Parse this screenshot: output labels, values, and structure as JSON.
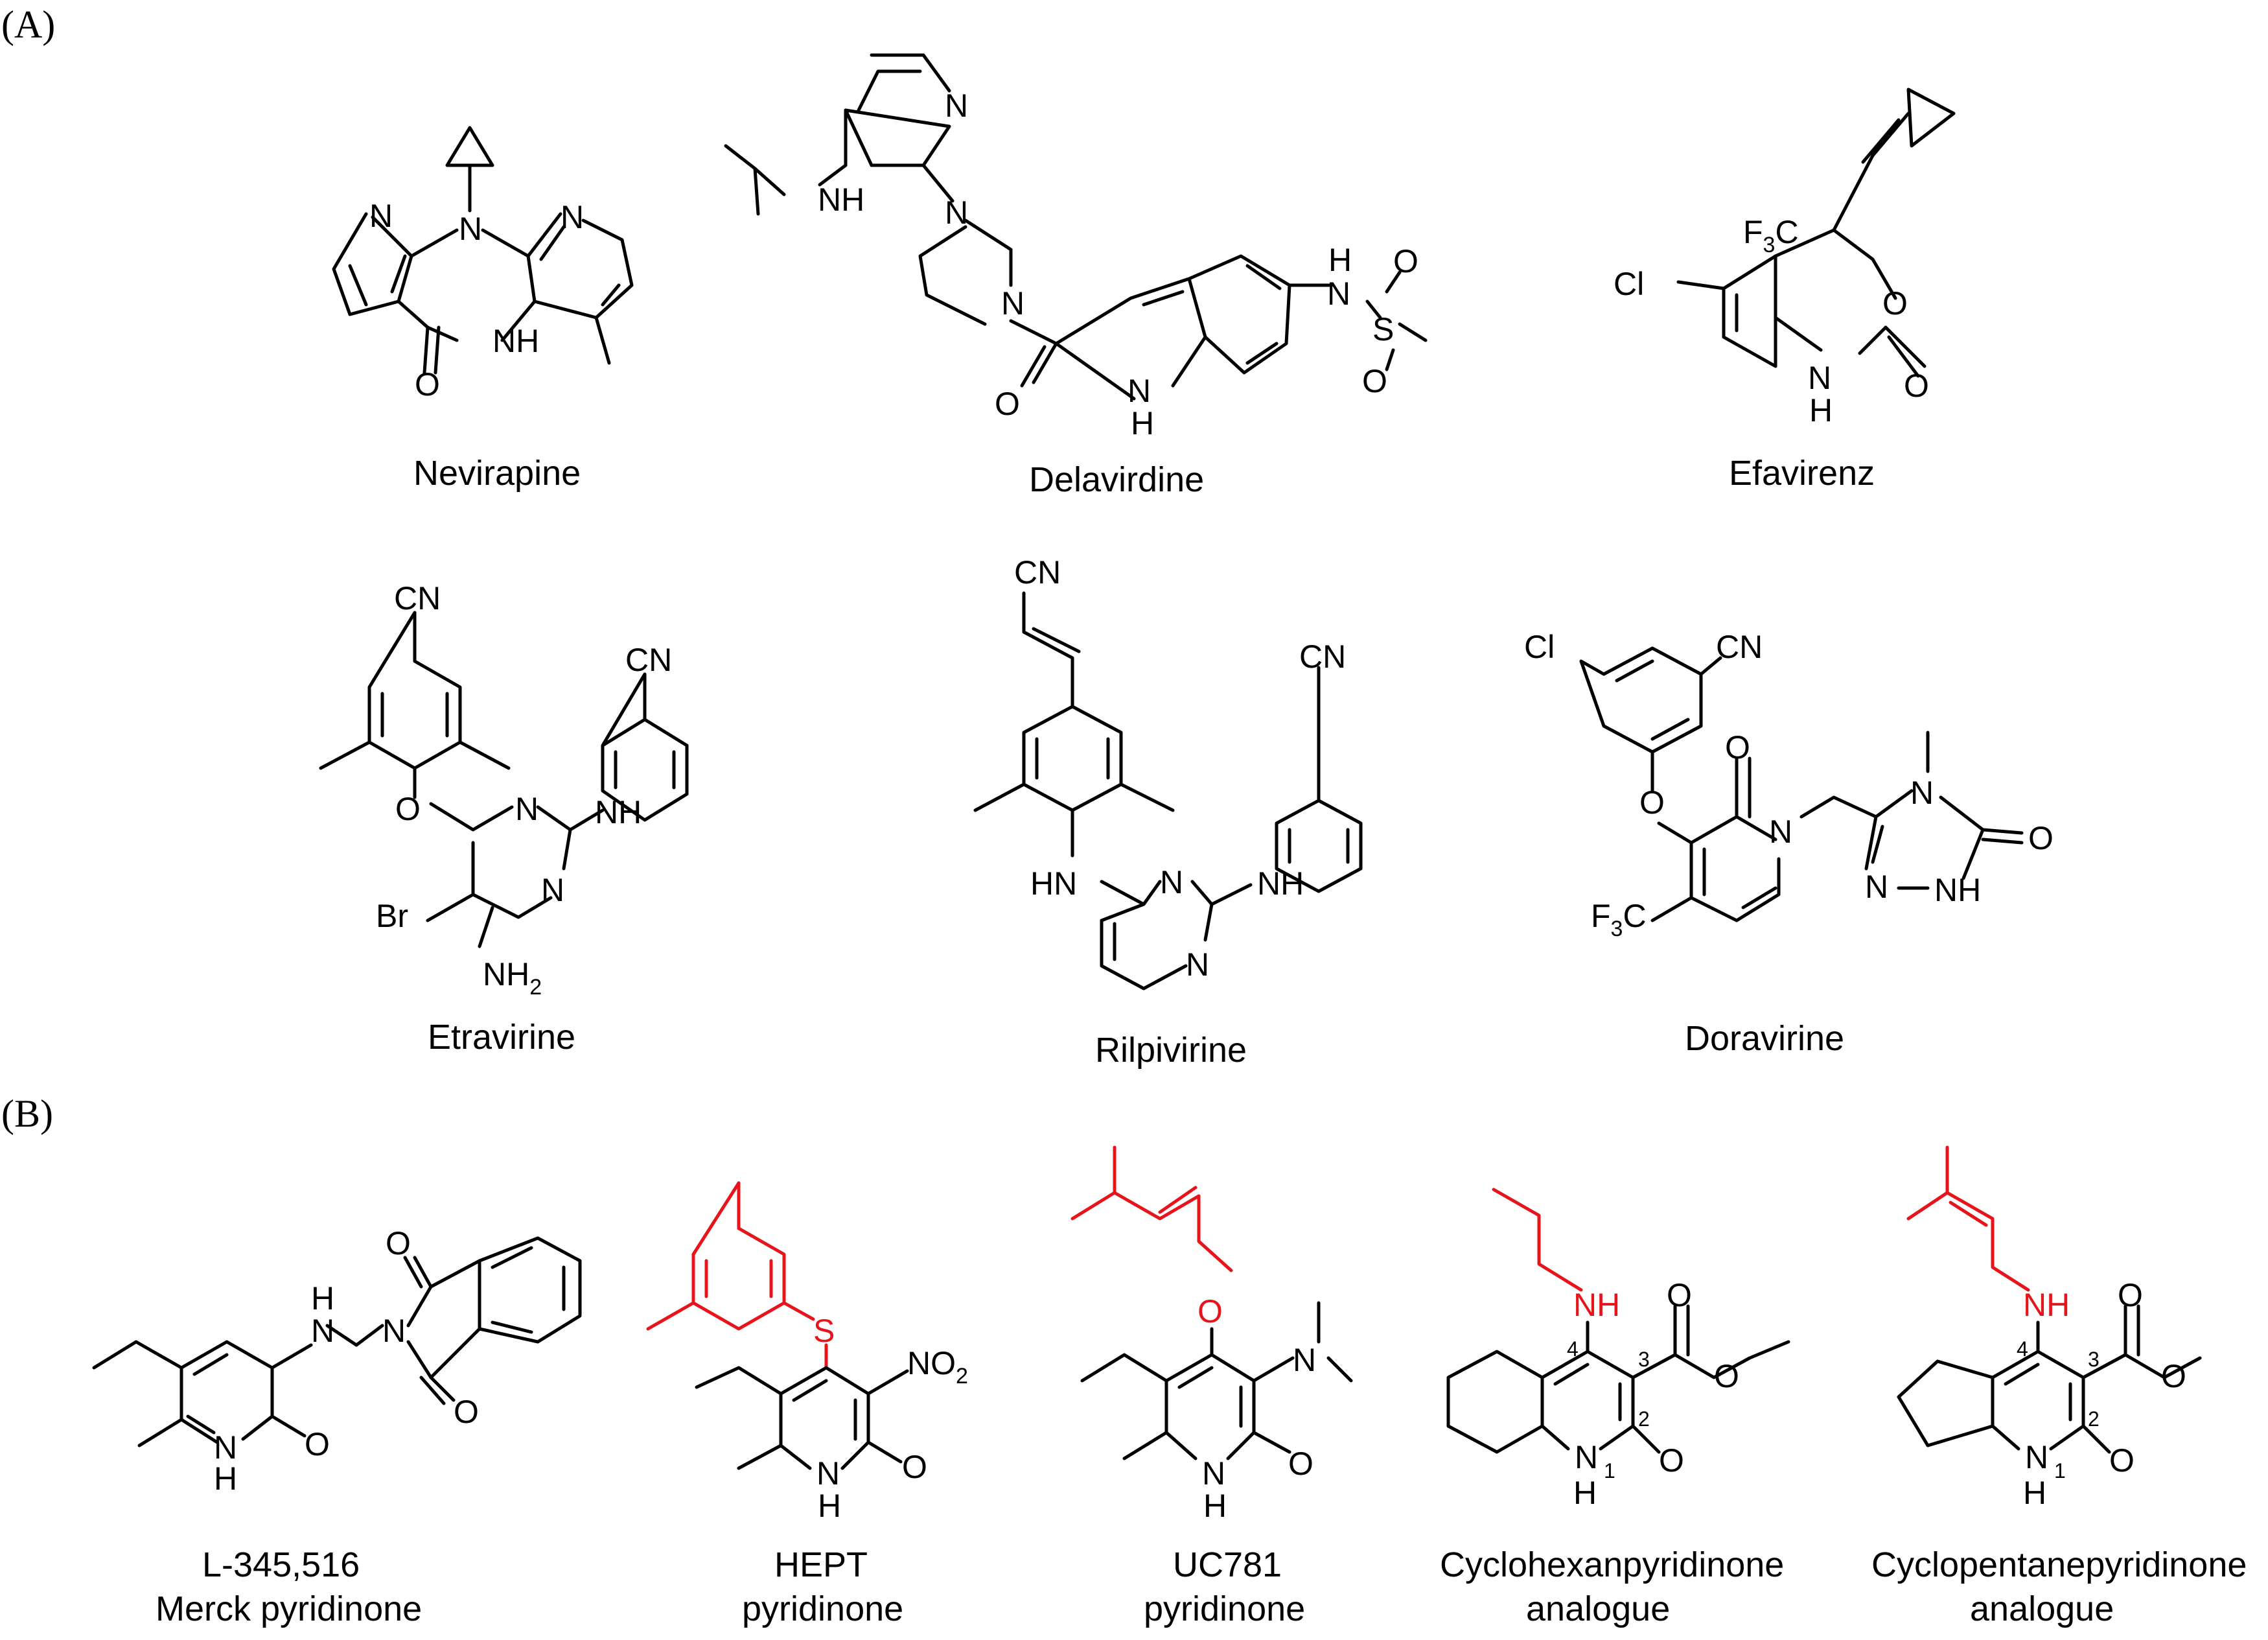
{
  "panels": {
    "a": "(A)",
    "b": "(B)"
  },
  "accent_color": "#e8141b",
  "atoms": {
    "N": "N",
    "NH": "NH",
    "H": "H",
    "HN": "HN",
    "O": "O",
    "S": "S",
    "Cl": "Cl",
    "Br": "Br",
    "CN": "CN",
    "F3C_main": "F",
    "F3C_sub": "3",
    "F3C_tail": "C",
    "NH2_main": "NH",
    "NH2_sub": "2",
    "NO2_main": "NO",
    "NO2_sub": "2"
  },
  "positions": {
    "p1": "1",
    "p2": "2",
    "p3": "3",
    "p4": "4"
  },
  "compounds": {
    "nevirapine": "Nevirapine",
    "delavirdine": "Delavirdine",
    "efavirenz": "Efavirenz",
    "etravirine": "Etravirine",
    "rilpivirine": "Rilpivirine",
    "doravirine": "Doravirine",
    "merck_1": "L-345,516",
    "merck_2": "Merck pyridinone",
    "hept_1": "HEPT",
    "hept_2": "pyridinone",
    "uc781_1": "UC781",
    "uc781_2": "pyridinone",
    "cyclohex_1": "Cyclohexanpyridinone",
    "cyclohex_2": "analogue",
    "cyclopent_1": "Cyclopentanepyridinone",
    "cyclopent_2": "analogue"
  }
}
